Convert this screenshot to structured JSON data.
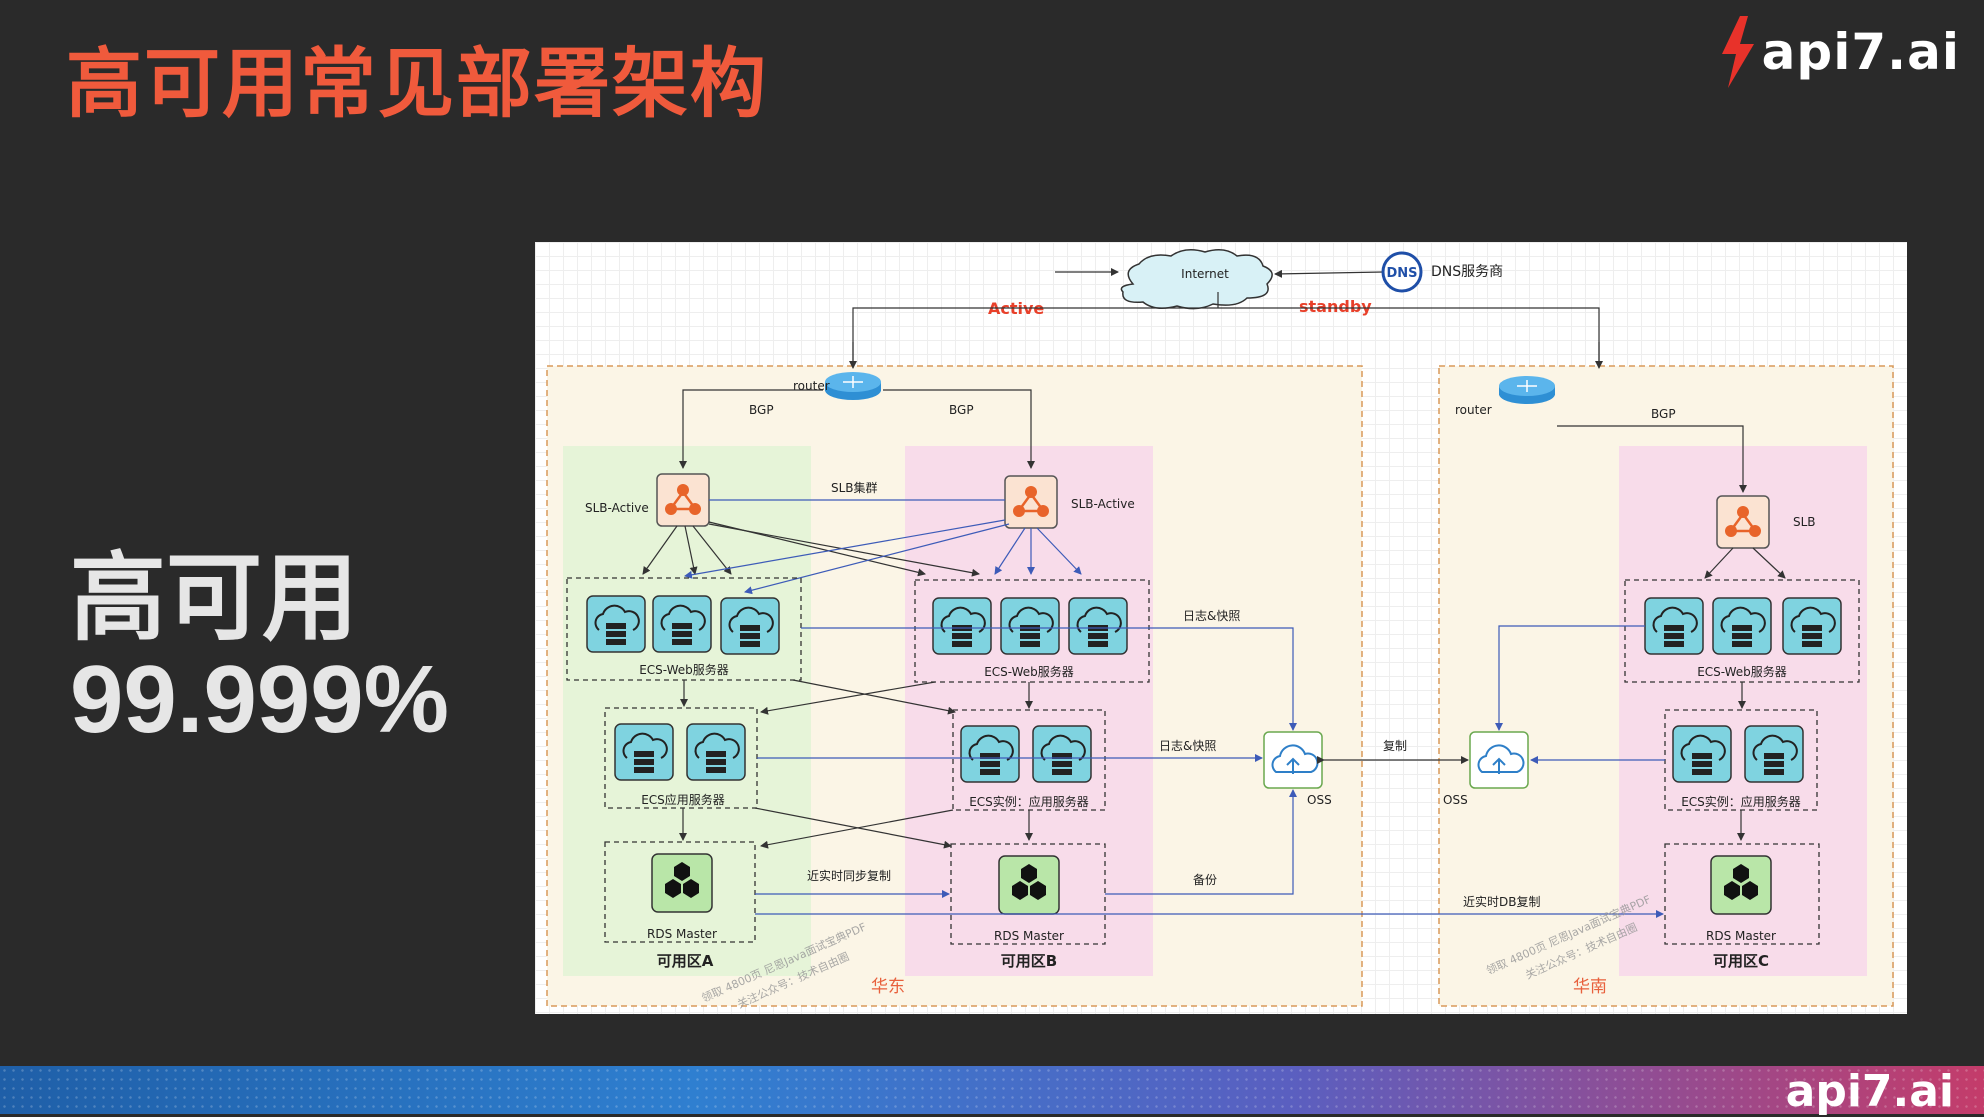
{
  "slide": {
    "title": "高可用常见部署架构",
    "logo": "api7.ai",
    "big_label": "高可用",
    "big_value": "99.999%",
    "footer_logo": "api7.ai"
  },
  "diagram": {
    "internet": "Internet",
    "dns_provider": "DNS服务商",
    "dns_icon_text": "DNS",
    "active": "Active",
    "standby": "standby",
    "router_left": "router",
    "router_right": "router",
    "bgp_1": "BGP",
    "bgp_2": "BGP",
    "bgp_3": "BGP",
    "slb_active_a": "SLB-Active",
    "slb_active_b": "SLB-Active",
    "slb_cluster": "SLB集群",
    "slb_c": "SLB",
    "ecs_web_a": "ECS-Web服务器",
    "ecs_web_b": "ECS-Web服务器",
    "ecs_web_c": "ECS-Web服务器",
    "ecs_app_a": "ECS应用服务器",
    "ecs_app_b": "ECS实例：应用服务器",
    "ecs_app_c": "ECS实例：应用服务器",
    "rds_a": "RDS Master",
    "rds_b": "RDS Master",
    "rds_c": "RDS Master",
    "zone_a": "可用区A",
    "zone_b": "可用区B",
    "zone_c": "可用区C",
    "region_east": "华东",
    "region_south": "华南",
    "log_snapshot_1": "日志&快照",
    "log_snapshot_2": "日志&快照",
    "replicate": "复制",
    "oss_left": "OSS",
    "oss_right": "OSS",
    "near_realtime_sync": "近实时同步复制",
    "backup": "备份",
    "near_realtime_db": "近实时DB复制",
    "watermark_1a": "领取 4800页 尼恩Java面试宝典PDF",
    "watermark_1b": "关注公众号：技术自由圈",
    "watermark_2a": "领取 4800页 尼恩Java面试宝典PDF",
    "watermark_2b": "关注公众号：技术自由圈"
  },
  "colors": {
    "title": "#f05a3c",
    "active": "#e8402a",
    "region_label": "#e8603c",
    "zone_a_fill": "#e6f4d8",
    "zone_pink_fill": "#f8dcea",
    "region_fill": "#fbf5e6",
    "server_fill": "#7fd3e0",
    "rds_fill": "#b9e6a8",
    "slb_fill": "#fbe3d2",
    "blue_line": "#3d5bb8",
    "dark_line": "#333333"
  }
}
